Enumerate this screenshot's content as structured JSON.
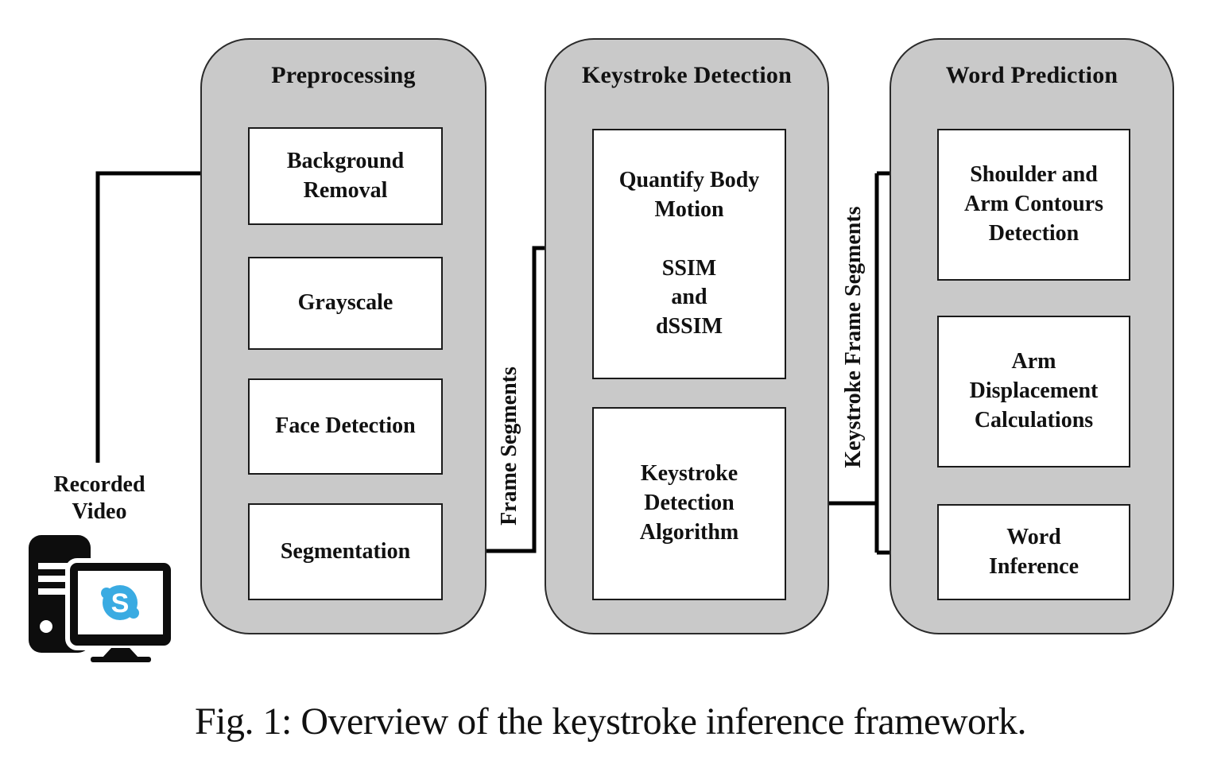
{
  "caption": "Fig. 1: Overview of the keystroke inference framework.",
  "source": {
    "label": "Recorded\nVideo",
    "skype_letter": "S"
  },
  "panels": [
    {
      "title": "Preprocessing",
      "boxes": [
        {
          "label": "Background\nRemoval"
        },
        {
          "label": "Grayscale"
        },
        {
          "label": "Face Detection"
        },
        {
          "label": "Segmentation"
        }
      ]
    },
    {
      "title": "Keystroke Detection",
      "boxes": [
        {
          "label": "Quantify Body\nMotion\n\nSSIM\nand\ndSSIM"
        },
        {
          "label": "Keystroke\nDetection\nAlgorithm"
        }
      ]
    },
    {
      "title": "Word Prediction",
      "boxes": [
        {
          "label": "Shoulder and\nArm Contours\nDetection"
        },
        {
          "label": "Arm\nDisplacement\nCalculations"
        },
        {
          "label": "Word\nInference"
        }
      ]
    }
  ],
  "edge_labels": {
    "frame_segments": "Frame Segments",
    "keystroke_frame_segments": "Keystroke Frame Segments"
  },
  "colors": {
    "panel_fill": "#c9c9c9",
    "panel_border": "#2b2b2b",
    "box_fill": "#ffffff",
    "box_border": "#1a1a1a",
    "line": "#000000",
    "skype_blue": "#3aabe2"
  }
}
